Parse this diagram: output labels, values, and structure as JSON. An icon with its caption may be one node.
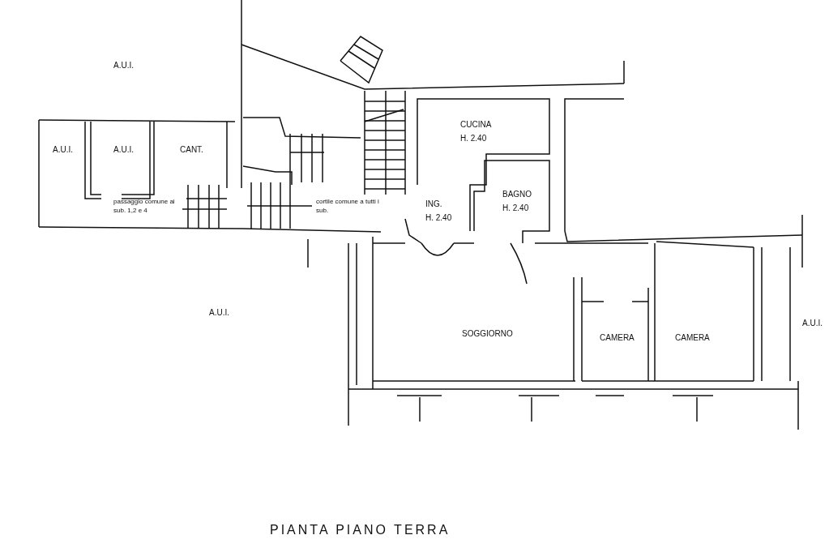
{
  "diagram": {
    "caption": "PIANTA PIANO TERRA",
    "nodes": [
      {
        "text": [
          "A.U.I."
        ]
      },
      {
        "text": [
          "A.U.I."
        ]
      },
      {
        "text": [
          "CANT."
        ]
      },
      {
        "text": [
          "CUCINA",
          "H. 2.40"
        ]
      },
      {
        "text": [
          "ING.",
          "H. 2.40"
        ]
      },
      {
        "text": [
          "BAGNO",
          "H. 2.40"
        ]
      },
      {
        "text": [
          "SOGGIORNO"
        ]
      },
      {
        "text": [
          "CAMERA"
        ]
      },
      {
        "text": [
          "CAMERA"
        ]
      }
    ],
    "edges": [],
    "labels": [
      "A.U.I.",
      "passaggio comune ai sub. 1,2 e 4",
      "cortile comune a tutti i sub.",
      "A.U.I.",
      "A.U.I."
    ]
  }
}
